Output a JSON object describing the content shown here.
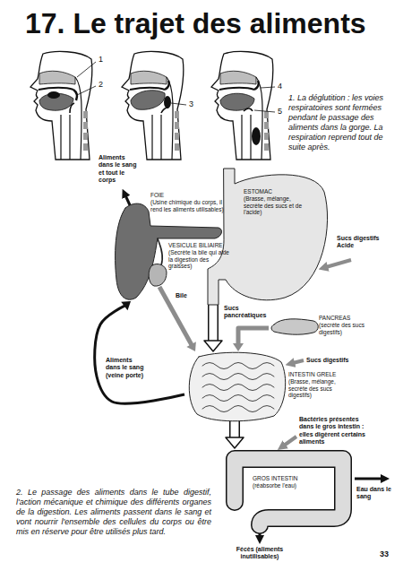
{
  "diagram": {
    "title": "17. Le trajet des aliments",
    "nodes": [
      {
        "text": [
          "FOIE",
          "(Usine chimique du corps, il rend les aliments utilisables)"
        ]
      },
      {
        "text": [
          "ESTOMAC",
          "(Brasse, mélange, secrète des sucs et de l'acide)"
        ]
      },
      {
        "text": [
          "VESICULE BILIAIRE",
          "(Secrète la bile qui aide la digestion des graisses)"
        ]
      },
      {
        "text": [
          "PANCREAS",
          "(secrète des sucs digestifs)"
        ]
      },
      {
        "text": [
          "INTESTIN GRELE",
          "(Brasse, mélange, secrète des sucs digestifs)"
        ]
      },
      {
        "text": [
          "GROS INTESTIN",
          "(réabsorbe l'eau)"
        ]
      }
    ],
    "edges": [
      {
        "from": 1,
        "to": 4,
        "arrow": "to"
      },
      {
        "from": 2,
        "to": 4,
        "label": "Bile",
        "arrow": "to"
      },
      {
        "from": 3,
        "to": 4,
        "label": "Sucs pancréatiques",
        "arrow": "to"
      },
      {
        "from": 4,
        "to": 5,
        "arrow": "to"
      },
      {
        "from": 4,
        "to": 0,
        "label": "Aliments dans le sang (veine porte)",
        "arrow": "to"
      }
    ],
    "labels": [
      "1",
      "2",
      "3",
      "4",
      "5",
      "1. La déglutition : les voies respiratoires sont fermées pendant le passage des aliments dans la gorge. La respiration reprend tout de suite après.",
      "Aliments dans le sang et tout le corps",
      "Sucs digestifs Acide",
      "Sucs digestifs",
      "Bactéries présentes dans le gros intestin : elles digèrent certains aliments",
      "Eau dans le sang",
      "Fécès (aliments inutilisables)",
      "2. Le passage des aliments dans le tube digestif, l'action mécanique et chimique des différents organes de la digestion. Les aliments passent dans le sang et vont nourrir l'ensemble des cellules du corps ou être mis en réserve pour être utilisés plus tard.",
      "33"
    ]
  }
}
